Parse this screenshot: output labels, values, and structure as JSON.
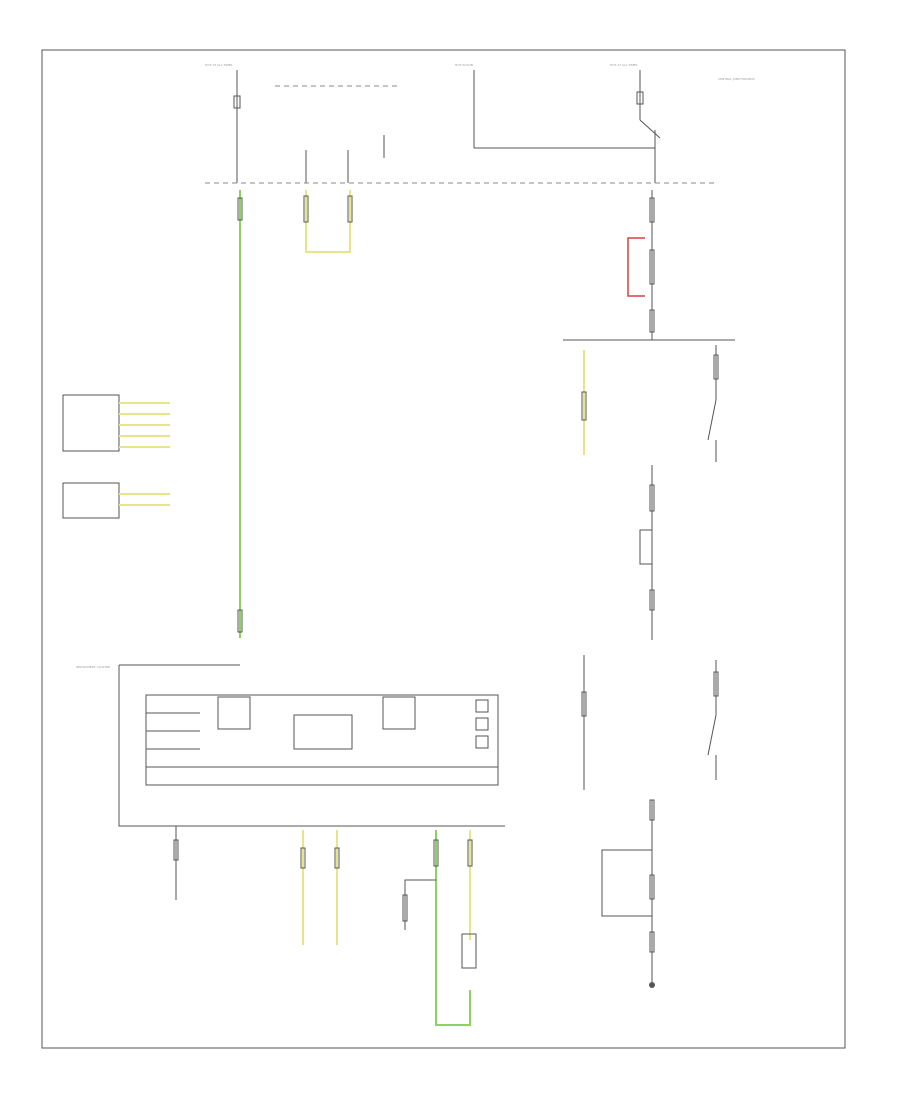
{
  "diagram": {
    "page_code": "",
    "hot_labels": {
      "hot_left": "HOT AT ALL TIMES",
      "hot_center": "HOT IN RUN",
      "hot_right": "HOT AT ALL TIMES"
    },
    "notes": {
      "top_right_note": "CENTRAL JUNCTION BOX",
      "left_note": "INSTRUMENT CLUSTER"
    }
  }
}
